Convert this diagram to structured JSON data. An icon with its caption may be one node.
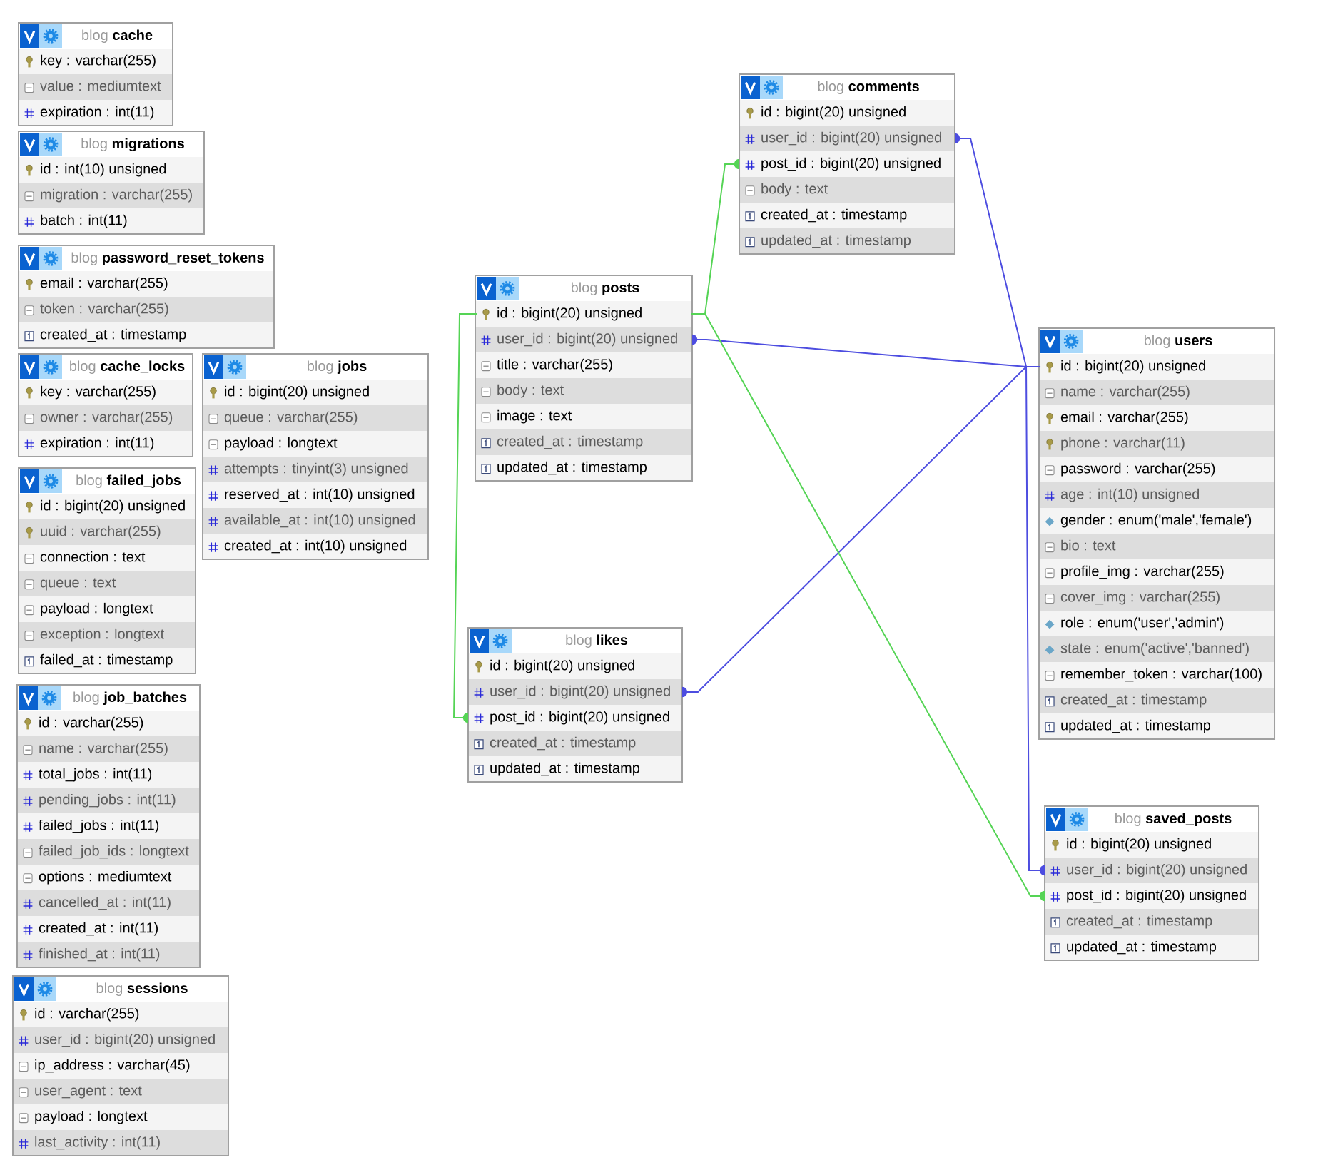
{
  "diagram": {
    "nodes": [
      {
        "text": [
          "blog **cache**"
        ]
      },
      {
        "text": [
          "key : varchar(255)"
        ],
        "in": 0
      },
      {
        "text": [
          "value : mediumtext"
        ],
        "in": 0
      },
      {
        "text": [
          "expiration : int(11)"
        ],
        "in": 0
      },
      {
        "text": [
          "blog **migrations**"
        ]
      },
      {
        "text": [
          "id : int(10) unsigned"
        ],
        "in": 4
      },
      {
        "text": [
          "migration : varchar(255)"
        ],
        "in": 4
      },
      {
        "text": [
          "batch : int(11)"
        ],
        "in": 4
      },
      {
        "text": [
          "blog **password_reset_tokens**"
        ]
      },
      {
        "text": [
          "email : varchar(255)"
        ],
        "in": 8
      },
      {
        "text": [
          "token : varchar(255)"
        ],
        "in": 8
      },
      {
        "text": [
          "created_at : timestamp"
        ],
        "in": 8
      },
      {
        "text": [
          "blog **cache_locks**"
        ]
      },
      {
        "text": [
          "key : varchar(255)"
        ],
        "in": 12
      },
      {
        "text": [
          "owner : varchar(255)"
        ],
        "in": 12
      },
      {
        "text": [
          "expiration : int(11)"
        ],
        "in": 12
      },
      {
        "text": [
          "blog **jobs**"
        ]
      },
      {
        "text": [
          "id : bigint(20) unsigned"
        ],
        "in": 16
      },
      {
        "text": [
          "queue : varchar(255)"
        ],
        "in": 16
      },
      {
        "text": [
          "payload : longtext"
        ],
        "in": 16
      },
      {
        "text": [
          "attempts : tinyint(3) unsigned"
        ],
        "in": 16
      },
      {
        "text": [
          "reserved_at : int(10) unsigned"
        ],
        "in": 16
      },
      {
        "text": [
          "available_at : int(10) unsigned"
        ],
        "in": 16
      },
      {
        "text": [
          "created_at : int(10) unsigned"
        ],
        "in": 16
      },
      {
        "text": [
          "blog **failed_jobs**"
        ]
      },
      {
        "text": [
          "id : bigint(20) unsigned"
        ],
        "in": 24
      },
      {
        "text": [
          "uuid : varchar(255)"
        ],
        "in": 24
      },
      {
        "text": [
          "connection : text"
        ],
        "in": 24
      },
      {
        "text": [
          "queue : text"
        ],
        "in": 24
      },
      {
        "text": [
          "payload : longtext"
        ],
        "in": 24
      },
      {
        "text": [
          "exception : longtext"
        ],
        "in": 24
      },
      {
        "text": [
          "failed_at : timestamp"
        ],
        "in": 24
      },
      {
        "text": [
          "blog **job_batches**"
        ]
      },
      {
        "text": [
          "id : varchar(255)"
        ],
        "in": 32
      },
      {
        "text": [
          "name : varchar(255)"
        ],
        "in": 32
      },
      {
        "text": [
          "total_jobs : int(11)"
        ],
        "in": 32
      },
      {
        "text": [
          "pending_jobs : int(11)"
        ],
        "in": 32
      },
      {
        "text": [
          "failed_jobs : int(11)"
        ],
        "in": 32
      },
      {
        "text": [
          "failed_job_ids : longtext"
        ],
        "in": 32
      },
      {
        "text": [
          "options : mediumtext"
        ],
        "in": 32
      },
      {
        "text": [
          "cancelled_at : int(11)"
        ],
        "in": 32
      },
      {
        "text": [
          "created_at : int(11)"
        ],
        "in": 32
      },
      {
        "text": [
          "finished_at : int(11)"
        ],
        "in": 32
      },
      {
        "text": [
          "blog **sessions**"
        ]
      },
      {
        "text": [
          "id : varchar(255)"
        ],
        "in": 43
      },
      {
        "text": [
          "user_id : bigint(20) unsigned"
        ],
        "in": 43
      },
      {
        "text": [
          "ip_address : varchar(45)"
        ],
        "in": 43
      },
      {
        "text": [
          "user_agent : text"
        ],
        "in": 43
      },
      {
        "text": [
          "payload : longtext"
        ],
        "in": 43
      },
      {
        "text": [
          "last_activity : int(11)"
        ],
        "in": 43
      },
      {
        "text": [
          "blog **posts**"
        ]
      },
      {
        "text": [
          "id : bigint(20) unsigned"
        ],
        "in": 50
      },
      {
        "text": [
          "user_id : bigint(20) unsigned"
        ],
        "in": 50
      },
      {
        "text": [
          "title : varchar(255)"
        ],
        "in": 50
      },
      {
        "text": [
          "body : text"
        ],
        "in": 50
      },
      {
        "text": [
          "image : text"
        ],
        "in": 50
      },
      {
        "text": [
          "created_at : timestamp"
        ],
        "in": 50
      },
      {
        "text": [
          "updated_at : timestamp"
        ],
        "in": 50
      },
      {
        "text": [
          "blog **comments**"
        ]
      },
      {
        "text": [
          "id : bigint(20) unsigned"
        ],
        "in": 58
      },
      {
        "text": [
          "user_id : bigint(20) unsigned"
        ],
        "in": 58
      },
      {
        "text": [
          "post_id : bigint(20) unsigned"
        ],
        "in": 58
      },
      {
        "text": [
          "body : text"
        ],
        "in": 58
      },
      {
        "text": [
          "created_at : timestamp"
        ],
        "in": 58
      },
      {
        "text": [
          "updated_at : timestamp"
        ],
        "in": 58
      },
      {
        "text": [
          "blog **likes**"
        ]
      },
      {
        "text": [
          "id : bigint(20) unsigned"
        ],
        "in": 65
      },
      {
        "text": [
          "user_id : bigint(20) unsigned"
        ],
        "in": 65
      },
      {
        "text": [
          "post_id : bigint(20) unsigned"
        ],
        "in": 65
      },
      {
        "text": [
          "created_at : timestamp"
        ],
        "in": 65
      },
      {
        "text": [
          "updated_at : timestamp"
        ],
        "in": 65
      },
      {
        "text": [
          "blog **users**"
        ]
      },
      {
        "text": [
          "id : bigint(20) unsigned"
        ],
        "in": 71
      },
      {
        "text": [
          "name : varchar(255)"
        ],
        "in": 71
      },
      {
        "text": [
          "email : varchar(255)"
        ],
        "in": 71
      },
      {
        "text": [
          "phone : varchar(11)"
        ],
        "in": 71
      },
      {
        "text": [
          "password : varchar(255)"
        ],
        "in": 71
      },
      {
        "text": [
          "age : int(10) unsigned"
        ],
        "in": 71
      },
      {
        "text": [
          "gender : enum('male','female')"
        ],
        "in": 71
      },
      {
        "text": [
          "bio : text"
        ],
        "in": 71
      },
      {
        "text": [
          "profile_img : varchar(255)"
        ],
        "in": 71
      },
      {
        "text": [
          "cover_img : varchar(255)"
        ],
        "in": 71
      },
      {
        "text": [
          "role : enum('user','admin')"
        ],
        "in": 71
      },
      {
        "text": [
          "state : enum('active','banned')"
        ],
        "in": 71
      },
      {
        "text": [
          "remember_token : varchar(100)"
        ],
        "in": 71
      },
      {
        "text": [
          "created_at : timestamp"
        ],
        "in": 71
      },
      {
        "text": [
          "updated_at : timestamp"
        ],
        "in": 71
      },
      {
        "text": [
          "blog **saved_posts**"
        ]
      },
      {
        "text": [
          "id : bigint(20) unsigned"
        ],
        "in": 87
      },
      {
        "text": [
          "user_id : bigint(20) unsigned"
        ],
        "in": 87
      },
      {
        "text": [
          "post_id : bigint(20) unsigned"
        ],
        "in": 87
      },
      {
        "text": [
          "created_at : timestamp"
        ],
        "in": 87
      },
      {
        "text": [
          "updated_at : timestamp"
        ],
        "in": 87
      }
    ],
    "edges": [
      {
        "from": 72,
        "to": 60,
        "arrow": "other"
      },
      {
        "from": 72,
        "to": 52,
        "arrow": "other"
      },
      {
        "from": 72,
        "to": 67,
        "arrow": "other"
      },
      {
        "from": 72,
        "to": 89,
        "arrow": "other"
      },
      {
        "from": 51,
        "to": 61,
        "arrow": "other",
        "color": "#55d455"
      },
      {
        "from": 51,
        "to": 68,
        "arrow": "other",
        "color": "#55d455"
      },
      {
        "from": 51,
        "to": 90,
        "arrow": "other",
        "color": "#55d455"
      }
    ]
  }
}
